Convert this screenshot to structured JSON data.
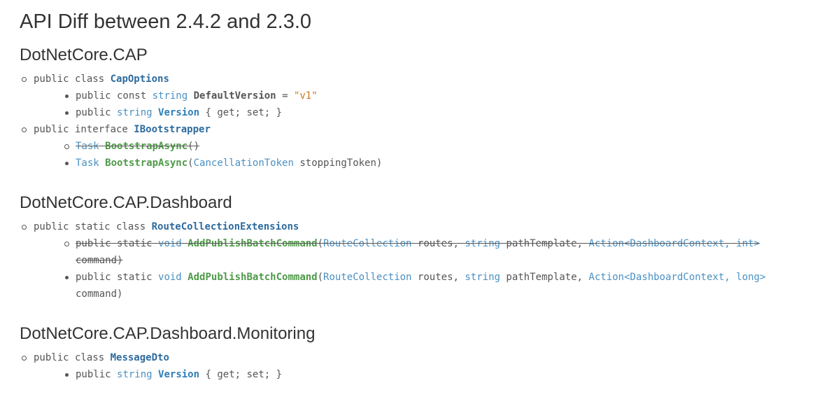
{
  "title": "API Diff between 2.4.2 and 2.3.0",
  "namespaces": [
    {
      "name": "DotNetCore.CAP",
      "types": [
        {
          "kind": "public class",
          "name": "CapOptions",
          "members": [
            {
              "p1": "public const",
              "t1": "string",
              "n": "DefaultVersion",
              "p2": "=",
              "v": "\"v1\""
            },
            {
              "p1": "public",
              "t1": "string",
              "n": "Version",
              "p2": "{ get; set; }"
            }
          ]
        },
        {
          "kind": "public interface",
          "name": "IBootstrapper",
          "members": [
            {
              "t1": "Task",
              "n": "BootstrapAsync",
              "p2": "()"
            },
            {
              "t1": "Task",
              "n": "BootstrapAsync",
              "p2": "(",
              "t2": "CancellationToken",
              "p3": "stoppingToken)"
            }
          ]
        }
      ]
    },
    {
      "name": "DotNetCore.CAP.Dashboard",
      "types": [
        {
          "kind": "public static class",
          "name": "RouteCollectionExtensions",
          "members": [
            {
              "p1": "public static",
              "t1": "void",
              "n": "AddPublishBatchCommand",
              "o": "(",
              "t2": "RouteCollection",
              "a1": "routes,",
              "t3": "string",
              "a2": "pathTemplate,",
              "t4": "Action<DashboardContext,",
              "t5": "int>",
              "a3": "command)"
            },
            {
              "p1": "public static",
              "t1": "void",
              "n": "AddPublishBatchCommand",
              "o": "(",
              "t2": "RouteCollection",
              "a1": "routes,",
              "t3": "string",
              "a2": "pathTemplate,",
              "t4": "Action<DashboardContext,",
              "t5": "long>",
              "a3": "command)"
            }
          ]
        }
      ]
    },
    {
      "name": "DotNetCore.CAP.Dashboard.Monitoring",
      "types": [
        {
          "kind": "public class",
          "name": "MessageDto",
          "members": [
            {
              "p1": "public",
              "t1": "string",
              "n": "Version",
              "p2": "{ get; set; }"
            }
          ]
        }
      ]
    }
  ]
}
